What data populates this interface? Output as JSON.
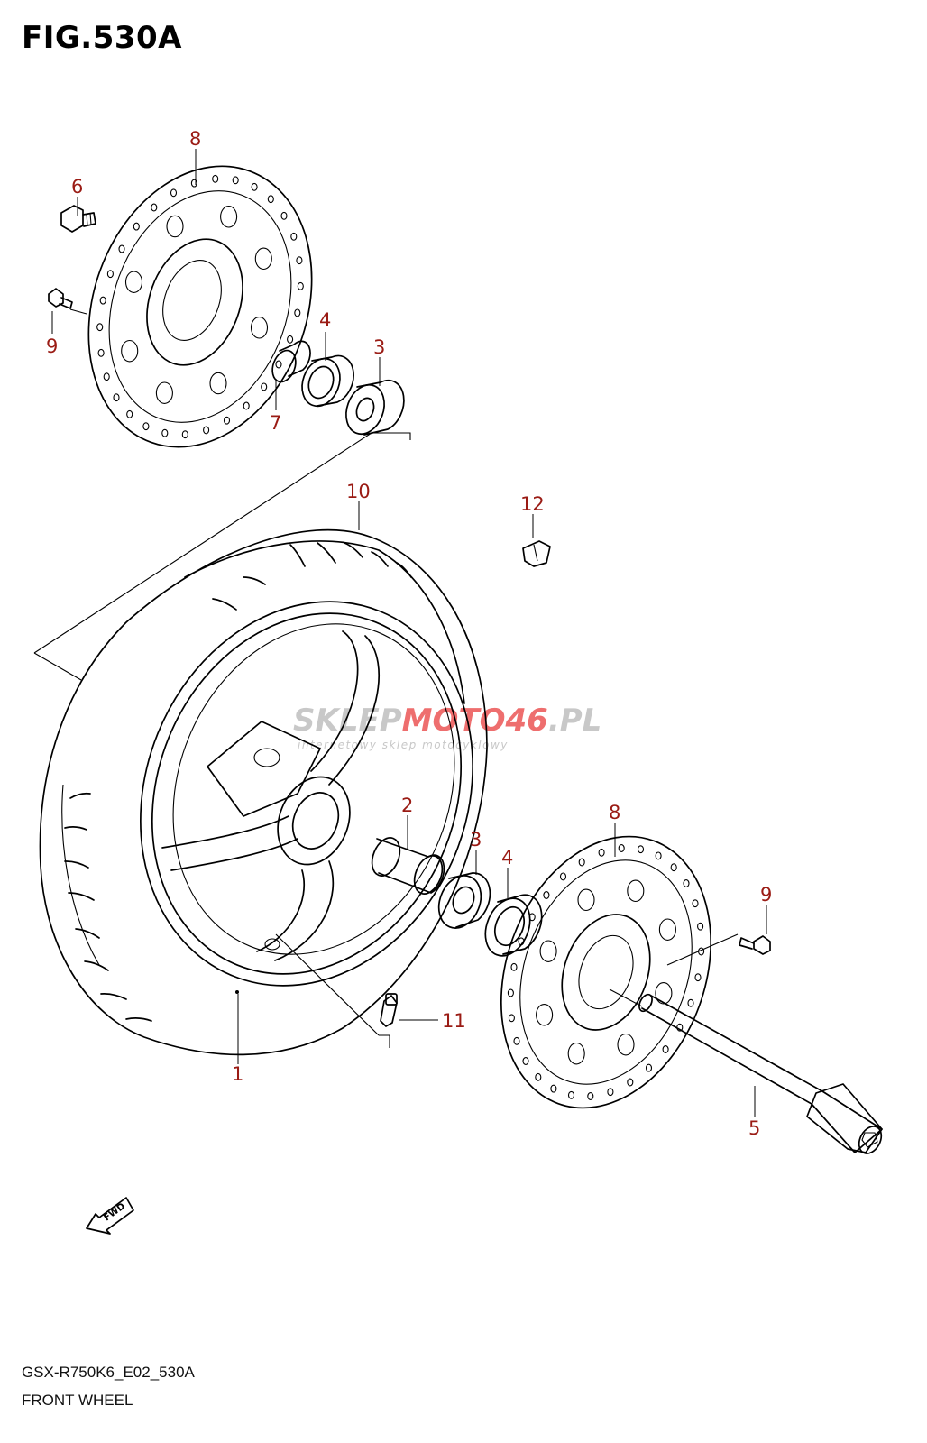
{
  "figure": {
    "title": "FIG.530A",
    "model_code": "GSX-R750K6_E02_530A",
    "caption": "FRONT WHEEL"
  },
  "watermark": {
    "brand_prefix": "SKLEP",
    "brand_middle": "MOTO",
    "brand_number": "46",
    "brand_suffix": ".PL",
    "tagline": "internetowy sklep motocyklowy",
    "colors": {
      "grey": "#c8c8c8",
      "red": "#ee6e6e"
    }
  },
  "direction_marker": {
    "text": "FWD"
  },
  "label_color": "#9a1b14",
  "callouts": [
    {
      "id": "c8a",
      "text": "8"
    },
    {
      "id": "c6",
      "text": "6"
    },
    {
      "id": "c9a",
      "text": "9"
    },
    {
      "id": "c4a",
      "text": "4"
    },
    {
      "id": "c3a",
      "text": "3"
    },
    {
      "id": "c7",
      "text": "7"
    },
    {
      "id": "c10",
      "text": "10"
    },
    {
      "id": "c12",
      "text": "12"
    },
    {
      "id": "c2",
      "text": "2"
    },
    {
      "id": "c3b",
      "text": "3"
    },
    {
      "id": "c4b",
      "text": "4"
    },
    {
      "id": "c8b",
      "text": "8"
    },
    {
      "id": "c9b",
      "text": "9"
    },
    {
      "id": "c11",
      "text": "11"
    },
    {
      "id": "c1",
      "text": "1"
    },
    {
      "id": "c5",
      "text": "5"
    }
  ]
}
